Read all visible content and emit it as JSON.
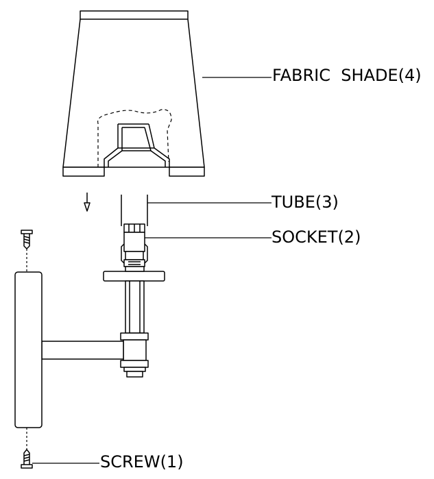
{
  "diagram": {
    "labels": {
      "fabric_shade": "FABRIC  SHADE(4)",
      "tube": "TUBE(3)",
      "socket": "SOCKET(2)",
      "screw": "SCREW(1)"
    },
    "colors": {
      "line": "#000000",
      "background": "#ffffff"
    }
  }
}
